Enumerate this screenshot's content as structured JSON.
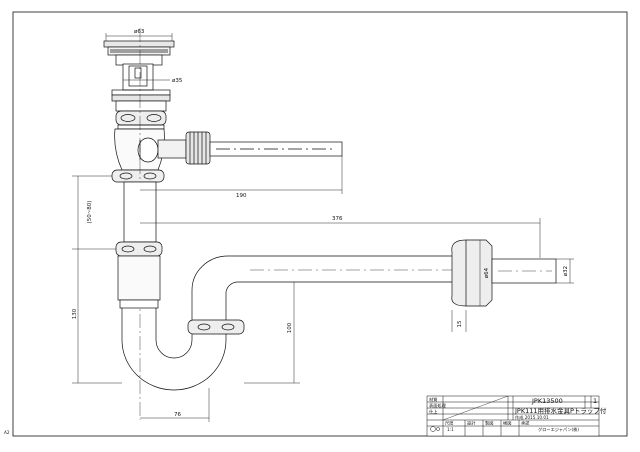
{
  "dimensions": {
    "d63": "ø63",
    "d35": "ø35",
    "len190": "190",
    "range": "(50~80)",
    "len376": "376",
    "d32": "ø32",
    "d64": "ø64",
    "h130": "130",
    "h100": "100",
    "len15": "15",
    "w76": "76"
  },
  "title_block": {
    "row1_label": "材質",
    "row2_label": "表面処理",
    "row3_label": "仕上",
    "drawing_no": "JPK13500",
    "sheet": "1",
    "part_name": "JPK111用排水金具Pトラップ付",
    "date": "作成 2015.10.01",
    "h_design": "設計",
    "h_draw": "製図",
    "h_check": "検図",
    "h_approve": "承認",
    "scale_label": "尺度",
    "scale": "1:1",
    "company": "グローエジャパン(株)"
  },
  "paper_size": "A2"
}
